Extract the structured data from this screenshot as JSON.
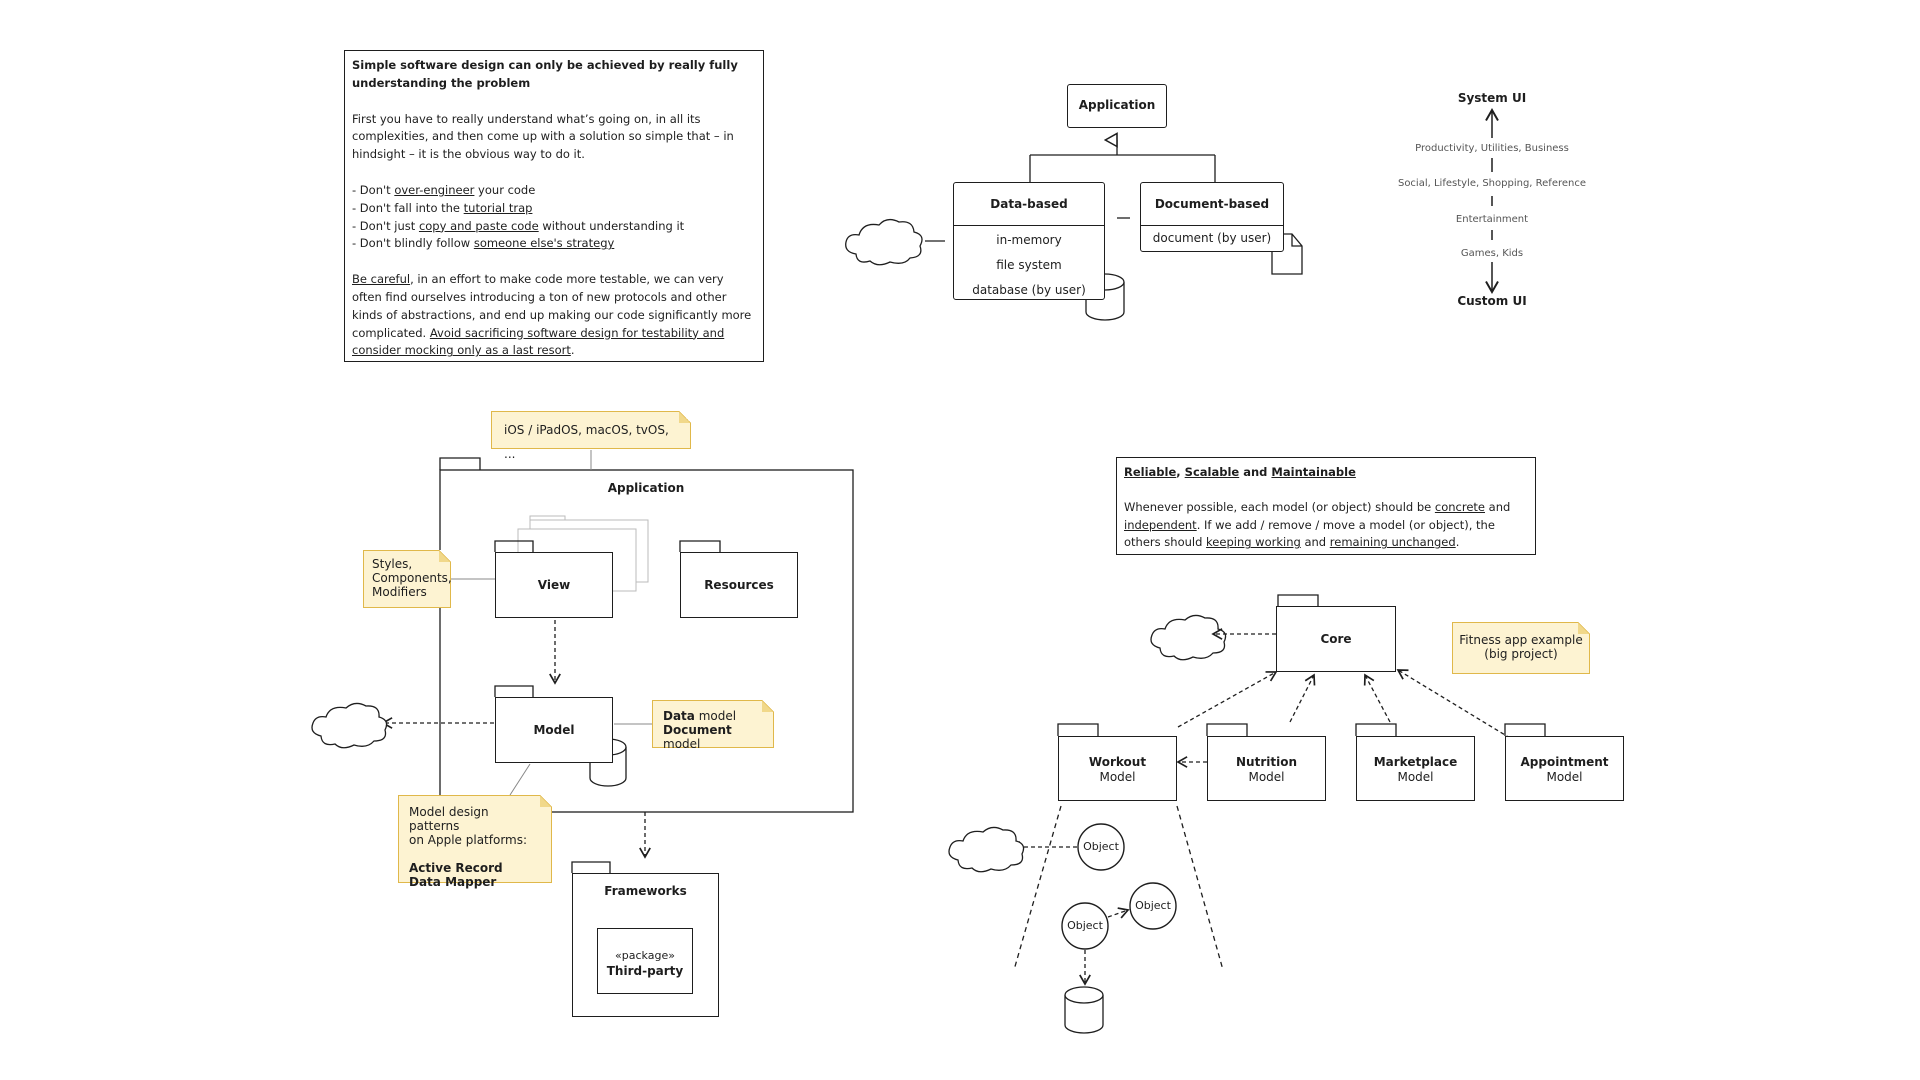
{
  "intro_card": {
    "title": "Simple software design can only be achieved by really fully understanding the problem",
    "paragraph": "First you have to really understand what’s going on, in all its complexities, and then come up with a solution so simple that – in hindsight – it is the obvious way to do it.",
    "bullets": [
      {
        "pre": "- Don't ",
        "link": "over-engineer",
        "post": " your code"
      },
      {
        "pre": "- Don't fall into the ",
        "link": "tutorial trap",
        "post": ""
      },
      {
        "pre": "- Don't just ",
        "link": "copy and paste code",
        "post": " without understanding it"
      },
      {
        "pre": "- Don't blindly follow ",
        "link": "someone else's strategy",
        "post": ""
      }
    ],
    "careful_link": "Be careful",
    "careful_text": ", in an effort to make code more testable, we can very often find ourselves introducing a ton of new protocols and other kinds of abstractions, and end up making our code significantly more complicated. ",
    "careful_link2": "Avoid sacrificing software design for testability and consider mocking only as a last resort",
    "careful_end": "."
  },
  "class_diagram": {
    "application": "Application",
    "data_based": {
      "title": "Data-based",
      "items": [
        "in-memory",
        "file system",
        "database (by user)"
      ]
    },
    "document_based": {
      "title": "Document-based",
      "items": [
        "document (by user)"
      ]
    },
    "dash": "–"
  },
  "ui_scale": {
    "top": "System UI",
    "levels": [
      "Productivity, Utilities, Business",
      "Social, Lifestyle, Shopping, Reference",
      "Entertainment",
      "Games, Kids"
    ],
    "bottom": "Custom UI"
  },
  "architecture": {
    "platform_note": "iOS / iPadOS, macOS, tvOS, ...",
    "application": "Application",
    "view": "View",
    "resources": "Resources",
    "model": "Model",
    "styles_note": [
      "Styles,",
      "Components,",
      "Modifiers"
    ],
    "model_note": {
      "data_bold": "Data",
      "data_rest": " model",
      "doc_bold": "Document",
      "doc_rest": " model"
    },
    "patterns_note": {
      "line1": "Model design patterns",
      "line2": "on Apple platforms:",
      "p1": "Active Record",
      "p2": "Data Mapper"
    },
    "frameworks": "Frameworks",
    "package_stereo": "«package»",
    "third_party": "Third-party"
  },
  "principles": {
    "reliable": "Reliable",
    "scalable": "Scalable",
    "and": "and",
    "maintainable": "Maintainable",
    "text_parts": [
      {
        "t": "Whenever possible, each model (or object) should be ",
        "u": false
      },
      {
        "t": "concrete",
        "u": true
      },
      {
        "t": " and ",
        "u": false
      },
      {
        "t": "independent",
        "u": true
      },
      {
        "t": ". If we add / remove / move a model (or object), the others should ",
        "u": false
      },
      {
        "t": "keeping working",
        "u": true
      },
      {
        "t": " and ",
        "u": false
      },
      {
        "t": "remaining unchanged",
        "u": true
      },
      {
        "t": ".",
        "u": false
      }
    ]
  },
  "fitness": {
    "core": "Core",
    "note": [
      "Fitness app example",
      "(big project)"
    ],
    "modules": [
      {
        "name": "Workout",
        "sub": "Model"
      },
      {
        "name": "Nutrition",
        "sub": "Model"
      },
      {
        "name": "Marketplace",
        "sub": "Model"
      },
      {
        "name": "Appointment",
        "sub": "Model"
      }
    ],
    "object": "Object"
  }
}
